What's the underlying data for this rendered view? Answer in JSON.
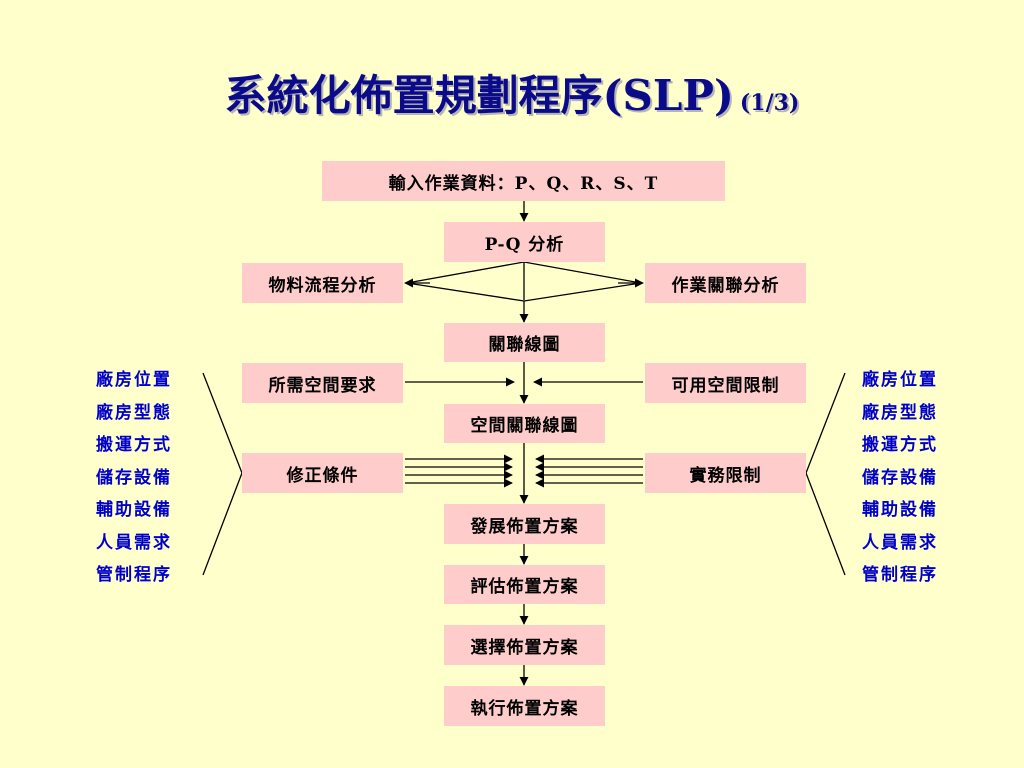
{
  "title": {
    "main": "系統化佈置規劃程序(SLP)",
    "part": "(1/3)"
  },
  "nodes": {
    "input": "輸入作業資料：P、Q、R、S、T",
    "pq": "P-Q 分析",
    "flow": "物料流程分析",
    "relation": "作業關聯分析",
    "rel_chart": "關聯線圖",
    "space_req": "所需空間要求",
    "space_avail": "可用空間限制",
    "space_rel": "空間關聯線圖",
    "modify": "修正條件",
    "practical": "實務限制",
    "develop": "發展佈置方案",
    "evaluate": "評估佈置方案",
    "select": "選擇佈置方案",
    "execute": "執行佈置方案"
  },
  "factors_left": [
    "廠房位置",
    "廠房型態",
    "搬運方式",
    "儲存設備",
    "輔助設備",
    "人員需求",
    "管制程序"
  ],
  "factors_right": [
    "廠房位置",
    "廠房型態",
    "搬運方式",
    "儲存設備",
    "輔助設備",
    "人員需求",
    "管制程序"
  ],
  "colors": {
    "background": "#ffffcc",
    "box": "#ffcccc",
    "title": "#0b0b8a",
    "factor_text": "#0000cc"
  }
}
